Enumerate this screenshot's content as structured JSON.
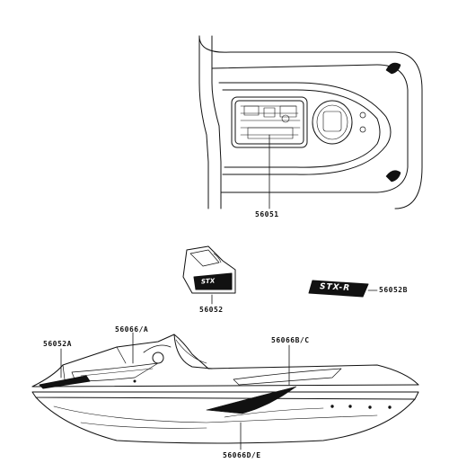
{
  "diagram": {
    "parts": [
      {
        "part_number": "56051"
      },
      {
        "part_number": "56052"
      },
      {
        "part_number": "56052B"
      },
      {
        "part_number": "56066/A"
      },
      {
        "part_number": "56066B/C"
      },
      {
        "part_number": "56052A"
      },
      {
        "part_number": "56066D/E"
      }
    ],
    "decal_text": {
      "side_cowl": "STX",
      "emblem": "STX-R"
    },
    "colors": {
      "line": "#111111",
      "background": "#ffffff"
    }
  }
}
